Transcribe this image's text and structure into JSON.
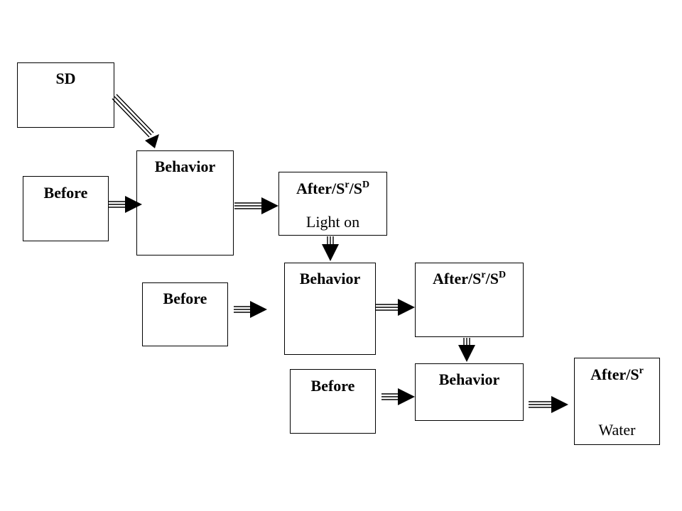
{
  "diagram": {
    "sd": {
      "title": "SD"
    },
    "row1": {
      "before": "Before",
      "behavior": "Behavior",
      "after": {
        "base": "After/S",
        "sup1": "r",
        "mid": "/S",
        "sup2": "D",
        "subtitle": "Light on"
      }
    },
    "row2": {
      "before": "Before",
      "behavior": "Behavior",
      "after": {
        "base": "After/S",
        "sup1": "r",
        "mid": "/S",
        "sup2": "D"
      }
    },
    "row3": {
      "before": "Before",
      "behavior": "Behavior",
      "after": {
        "base": "After/S",
        "sup1": "r",
        "subtitle": "Water"
      }
    }
  }
}
